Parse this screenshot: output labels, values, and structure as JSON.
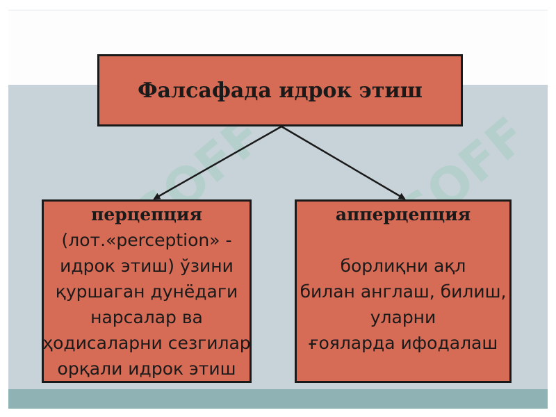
{
  "title": "Фалсафада идрок этиш",
  "left": {
    "heading": "перцепция",
    "lines": [
      "(лот.«perception» -",
      "идрок этиш) ўзини",
      "қуршаган дунёдаги",
      "нарсалар ва",
      "ҳодисаларни сезгилар",
      "орқали идрок этиш"
    ]
  },
  "right": {
    "heading": "апперцепция",
    "lines": [
      "борлиқни ақл",
      "билан англаш, билиш,",
      "уларни",
      "ғояларда ифодалаш"
    ]
  },
  "colors": {
    "box_fill": "#d66b56",
    "border": "#1a1a1a",
    "band_gray": "#c7d3d9",
    "band_teal": "#8fb3b5"
  },
  "watermark": "SOFF"
}
